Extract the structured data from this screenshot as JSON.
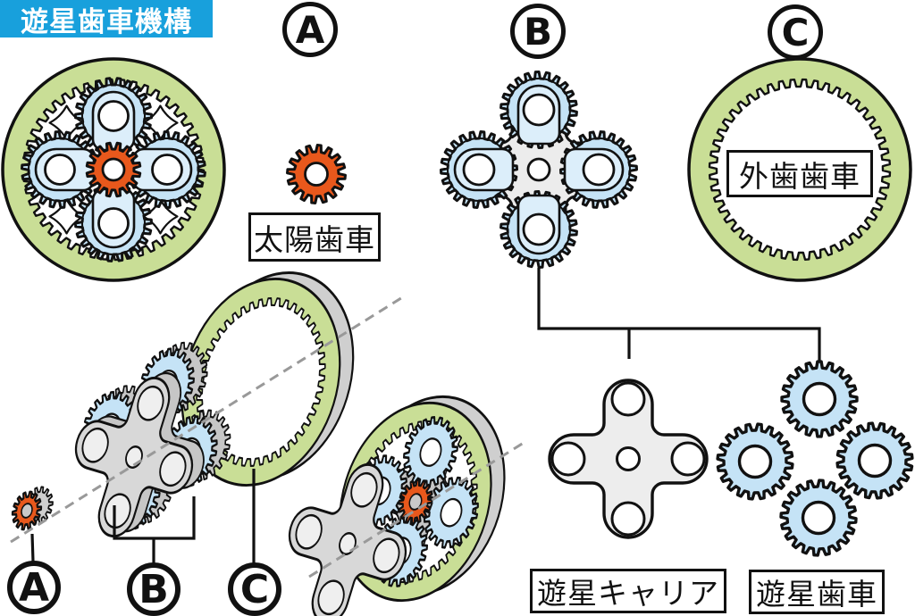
{
  "title": "遊星歯車機構",
  "markers": {
    "a": "A",
    "b": "B",
    "c": "C"
  },
  "labels": {
    "sun_gear": "太陽歯車",
    "ring_gear": "外歯歯車",
    "planet_carrier": "遊星キャリア",
    "planet_gear": "遊星歯車"
  },
  "colors": {
    "title_bg": "#18A0DC",
    "title_text": "#FFFFFF",
    "sun_orange": "#E8581C",
    "planet_blue": "#C5E3F6",
    "pad_blue": "#DCEEFA",
    "ring_green": "#C9DE96",
    "carrier_flat": "#EDEDED",
    "carrier_b": "#ECECEC",
    "carrier_3d": "#D8D8D8",
    "rim_gray": "#CFCFCF",
    "extrude_gray": "#C6C6C6",
    "hole_gray": "#C9C9C9",
    "hole_light": "#EFEFEF",
    "outline": "#111111",
    "dash_gray": "#999999",
    "white": "#FFFFFF"
  }
}
